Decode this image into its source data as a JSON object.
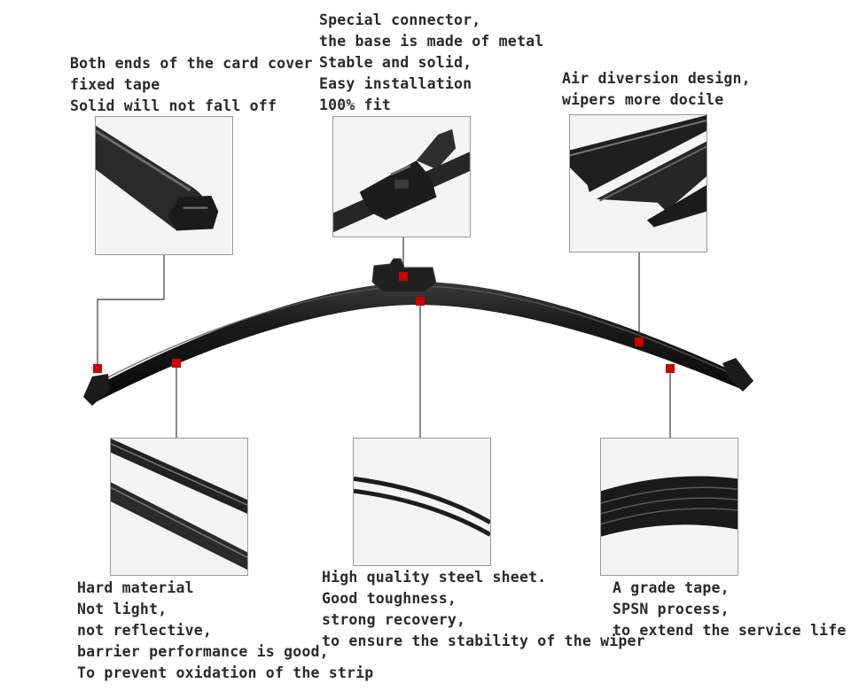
{
  "callouts": [
    {
      "id": "end-caps",
      "lines": [
        "Both ends of the card cover",
        "fixed tape",
        "Solid will not fall off"
      ]
    },
    {
      "id": "connector",
      "lines": [
        "Special connector,",
        "the base is made of metal",
        "Stable and solid,",
        "Easy installation",
        "100% fit"
      ]
    },
    {
      "id": "air-diversion",
      "lines": [
        "Air diversion design,",
        "wipers more docile"
      ]
    },
    {
      "id": "hard-material",
      "lines": [
        "Hard material",
        "Not light,",
        "not reflective,",
        "barrier performance is good,",
        "To prevent oxidation of the strip"
      ]
    },
    {
      "id": "steel-sheet",
      "lines": [
        "High quality steel sheet.",
        "Good toughness,",
        "strong recovery,",
        "to ensure the stability of the wiper"
      ]
    },
    {
      "id": "grade-tape",
      "lines": [
        "A grade tape,",
        "SPSN process,",
        "to extend the service life"
      ]
    }
  ],
  "colors": {
    "marker": "#cc0000",
    "leader": "#555555",
    "blade": "#141414",
    "panel_border": "#9a9a9a"
  }
}
